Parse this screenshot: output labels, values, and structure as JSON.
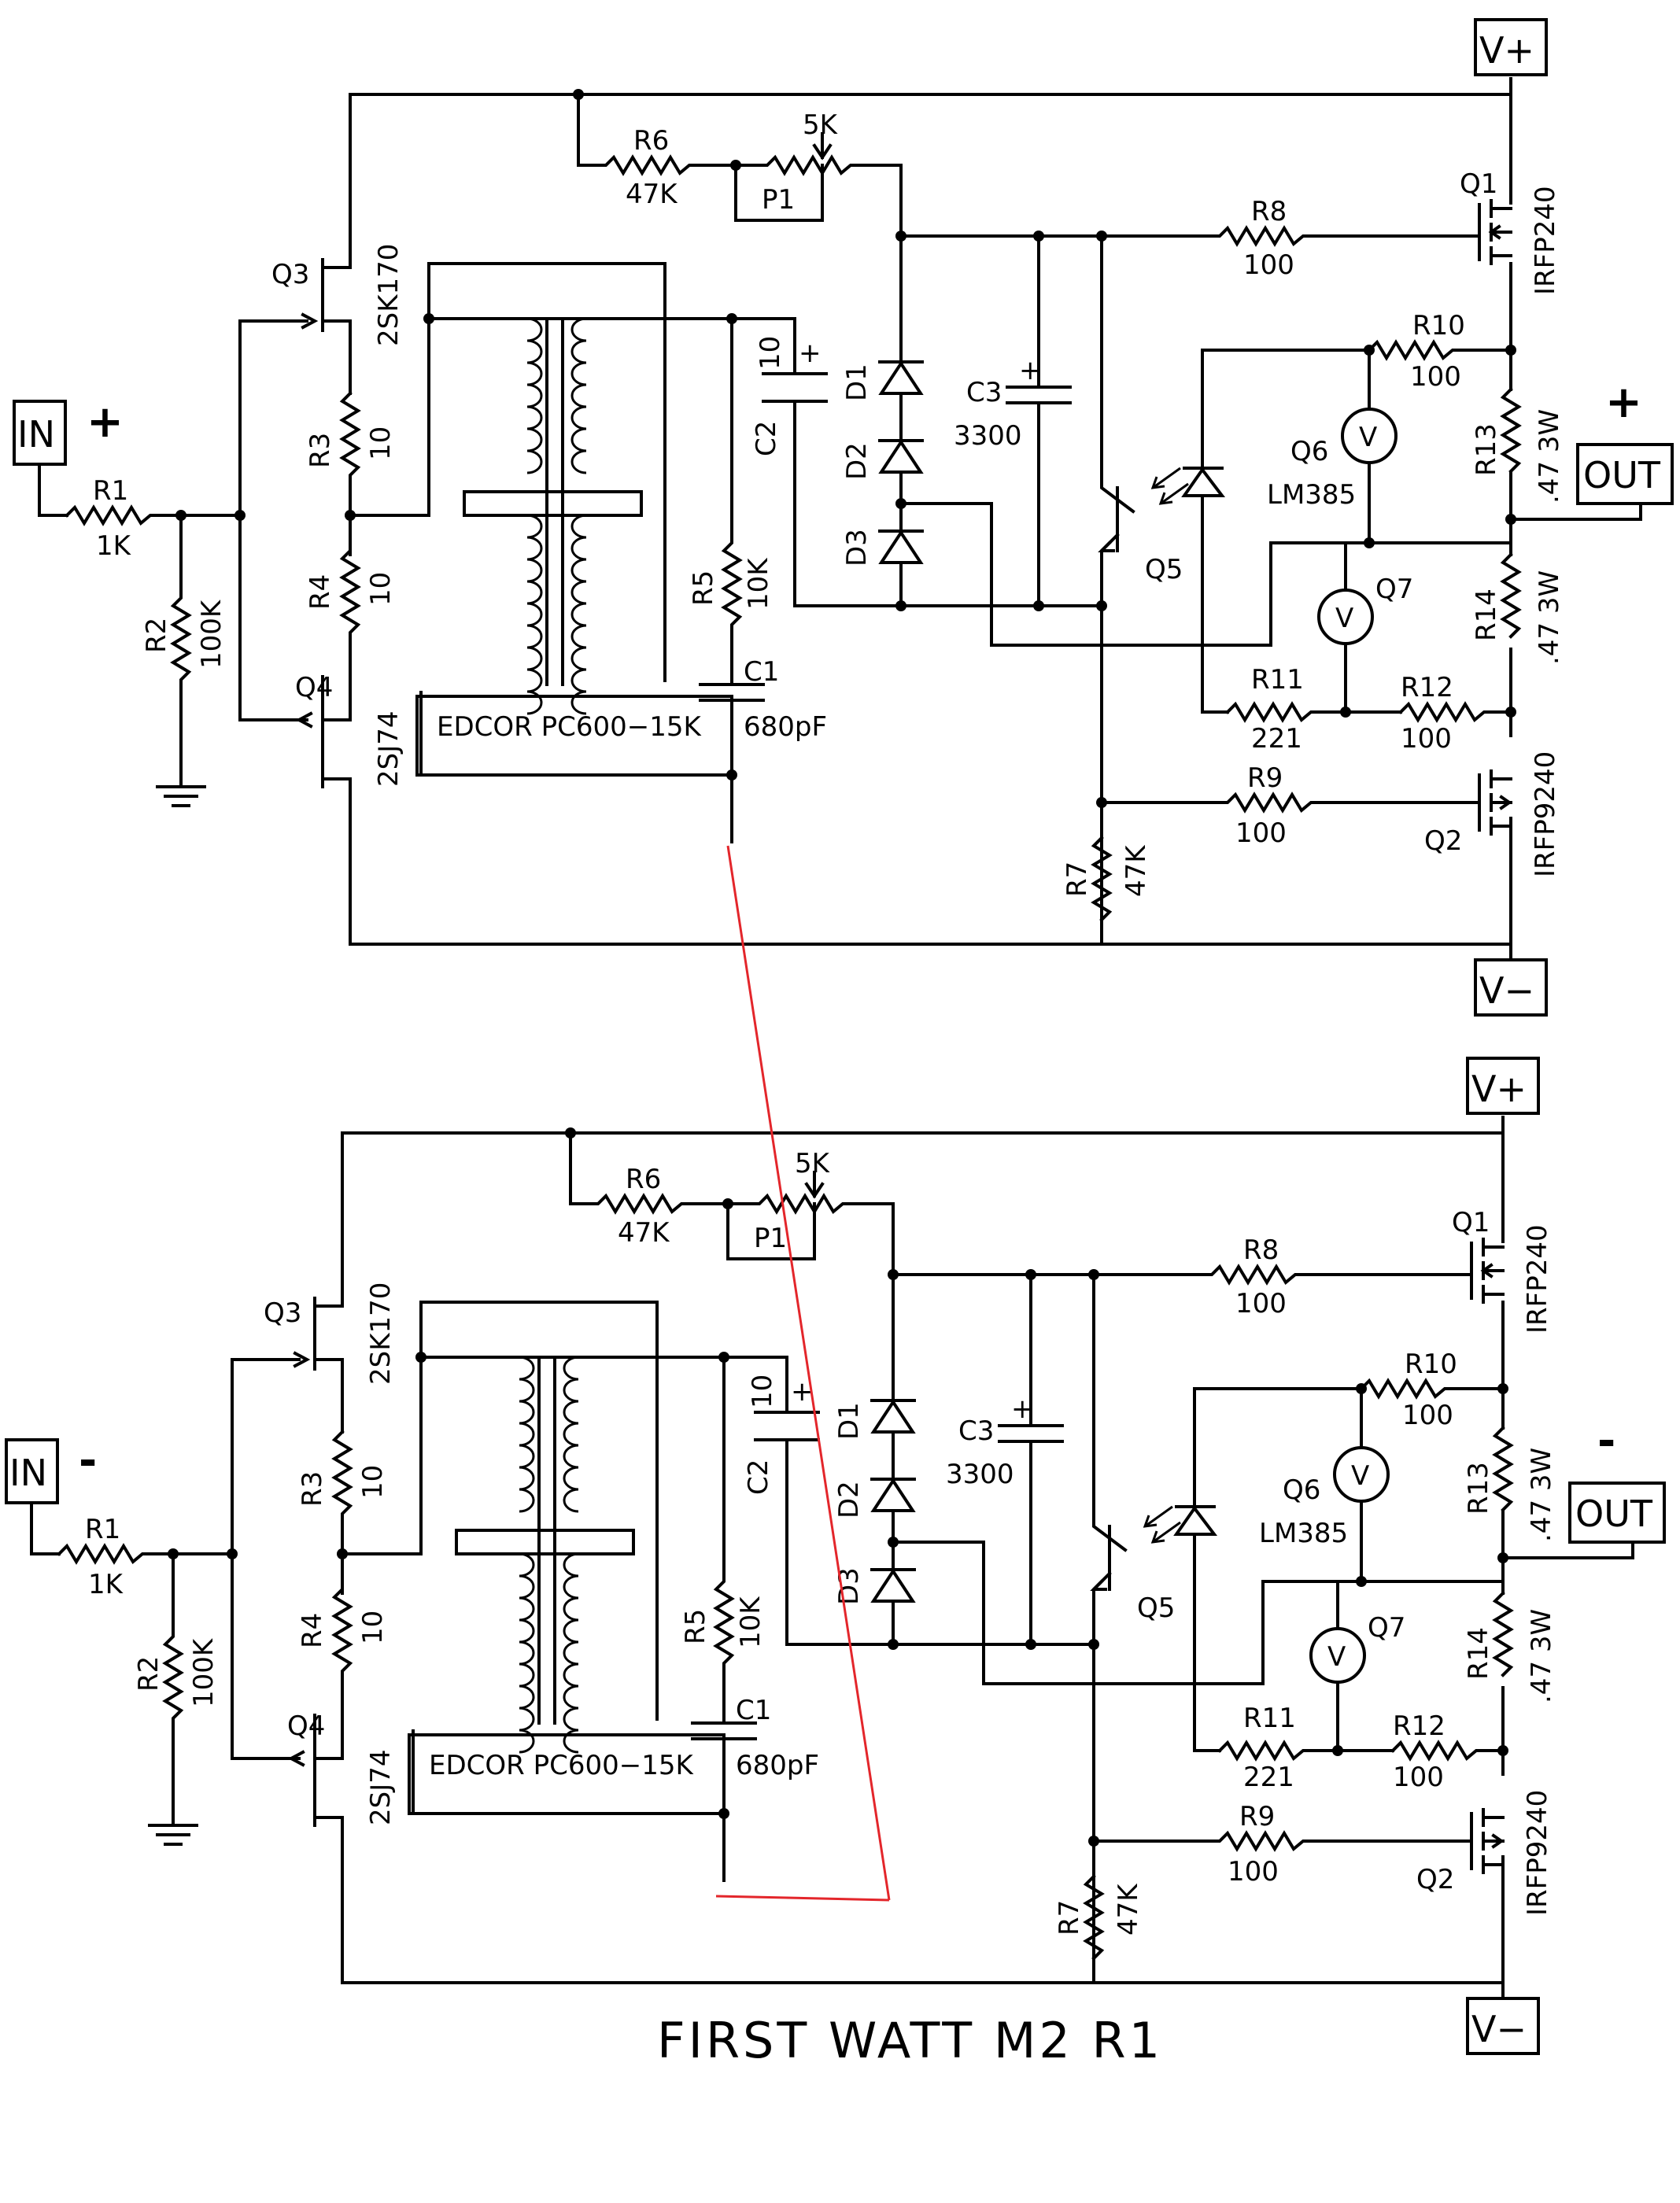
{
  "title": "FIRST WATT M2 R1",
  "annotation_color": "#e3262b",
  "channels": [
    {
      "input_label": "IN",
      "input_polarity": "+",
      "output_label": "OUT",
      "output_polarity": "+",
      "rail_pos": "V+",
      "rail_neg": "V−",
      "transformer": "EDCOR PC600−15K",
      "parts": {
        "r1": {
          "ref": "R1",
          "value": "1K"
        },
        "r2": {
          "ref": "R2",
          "value": "100K"
        },
        "r3": {
          "ref": "R3",
          "value": "10"
        },
        "r4": {
          "ref": "R4",
          "value": "10"
        },
        "r5": {
          "ref": "R5",
          "value": "10K"
        },
        "r6": {
          "ref": "R6",
          "value": "47K"
        },
        "r7": {
          "ref": "R7",
          "value": "47K"
        },
        "r8": {
          "ref": "R8",
          "value": "100"
        },
        "r9": {
          "ref": "R9",
          "value": "100"
        },
        "r10": {
          "ref": "R10",
          "value": "100"
        },
        "r11": {
          "ref": "R11",
          "value": "221"
        },
        "r12": {
          "ref": "R12",
          "value": "100"
        },
        "r13": {
          "ref": "R13",
          "value": ".47 3W"
        },
        "r14": {
          "ref": "R14",
          "value": ".47 3W"
        },
        "p1": {
          "ref": "P1",
          "value": "5K"
        },
        "c1": {
          "ref": "C1",
          "value": "680pF"
        },
        "c2": {
          "ref": "C2",
          "value": "10"
        },
        "c3": {
          "ref": "C3",
          "value": "3300"
        },
        "d1": {
          "ref": "D1"
        },
        "d2": {
          "ref": "D2"
        },
        "d3": {
          "ref": "D3"
        },
        "q1": {
          "ref": "Q1",
          "value": "IRFP240"
        },
        "q2": {
          "ref": "Q2",
          "value": "IRFP9240"
        },
        "q3": {
          "ref": "Q3",
          "value": "2SK170"
        },
        "q4": {
          "ref": "Q4",
          "value": "2SJ74"
        },
        "q5": {
          "ref": "Q5"
        },
        "q6": {
          "ref": "Q6",
          "value": "LM385",
          "symbol": "V"
        },
        "q7": {
          "ref": "Q7",
          "value": "",
          "symbol": "V"
        }
      }
    },
    {
      "input_label": "IN",
      "input_polarity": "-",
      "output_label": "OUT",
      "output_polarity": "-",
      "rail_pos": "V+",
      "rail_neg": "V−",
      "transformer": "EDCOR PC600−15K",
      "parts": {
        "r1": {
          "ref": "R1",
          "value": "1K"
        },
        "r2": {
          "ref": "R2",
          "value": "100K"
        },
        "r3": {
          "ref": "R3",
          "value": "10"
        },
        "r4": {
          "ref": "R4",
          "value": "10"
        },
        "r5": {
          "ref": "R5",
          "value": "10K"
        },
        "r6": {
          "ref": "R6",
          "value": "47K"
        },
        "r7": {
          "ref": "R7",
          "value": "47K"
        },
        "r8": {
          "ref": "R8",
          "value": "100"
        },
        "r9": {
          "ref": "R9",
          "value": "100"
        },
        "r10": {
          "ref": "R10",
          "value": "100"
        },
        "r11": {
          "ref": "R11",
          "value": "221"
        },
        "r12": {
          "ref": "R12",
          "value": "100"
        },
        "r13": {
          "ref": "R13",
          "value": ".47 3W"
        },
        "r14": {
          "ref": "R14",
          "value": ".47 3W"
        },
        "p1": {
          "ref": "P1",
          "value": "5K"
        },
        "c1": {
          "ref": "C1",
          "value": "680pF"
        },
        "c2": {
          "ref": "C2",
          "value": "10"
        },
        "c3": {
          "ref": "C3",
          "value": "3300"
        },
        "d1": {
          "ref": "D1"
        },
        "d2": {
          "ref": "D2"
        },
        "d3": {
          "ref": "D3"
        },
        "q1": {
          "ref": "Q1",
          "value": "IRFP240"
        },
        "q2": {
          "ref": "Q2",
          "value": "IRFP9240"
        },
        "q3": {
          "ref": "Q3",
          "value": "2SK170"
        },
        "q4": {
          "ref": "Q4",
          "value": "2SJ74"
        },
        "q5": {
          "ref": "Q5"
        },
        "q6": {
          "ref": "Q6",
          "value": "LM385",
          "symbol": "V"
        },
        "q7": {
          "ref": "Q7",
          "value": "",
          "symbol": "V"
        }
      }
    }
  ]
}
